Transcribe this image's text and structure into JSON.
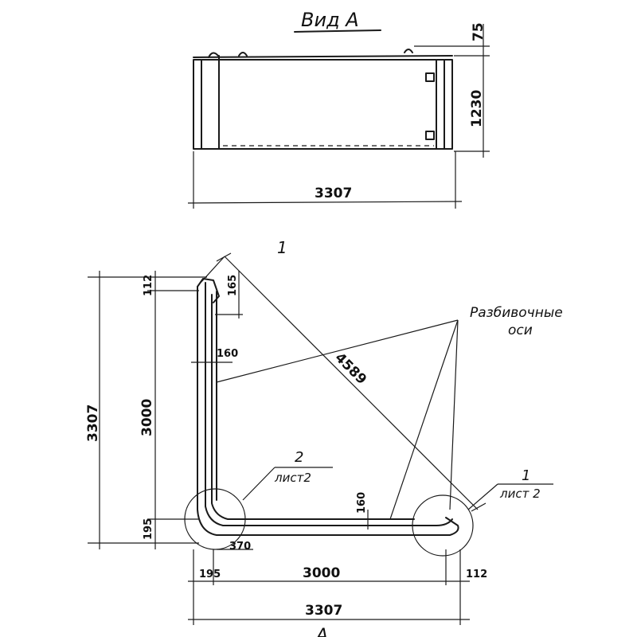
{
  "view_title": "Вид А",
  "top_view": {
    "dim_top": "75",
    "dim_height": "1230",
    "dim_width": "3307"
  },
  "section_mark": "1",
  "main_view": {
    "dim_total_height": "3307",
    "dim_inner_height": "3000",
    "dim_top_small": "112",
    "dim_bottom_left": "195",
    "dim_165": "165",
    "dim_160_vert": "160",
    "dim_160_horiz": "160",
    "dim_diagonal": "4589",
    "dim_370": "370",
    "dim_bottom_195": "195",
    "dim_bottom_3000": "3000",
    "dim_bottom_112": "112",
    "dim_bottom_total": "3307"
  },
  "callouts": {
    "layout_axes_line1": "Разбивочные",
    "layout_axes_line2": "оси",
    "node2_number": "2",
    "node2_sheet": "лист2",
    "node1_number": "1",
    "node1_sheet": "лист 2"
  },
  "bottom_mark": "А"
}
